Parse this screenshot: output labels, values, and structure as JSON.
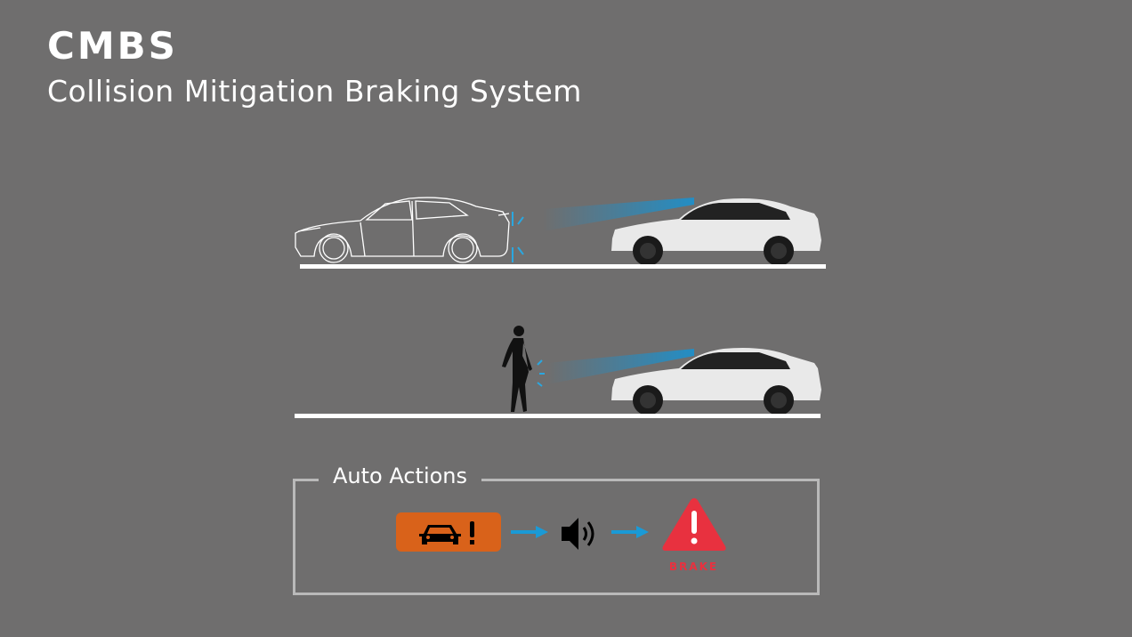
{
  "header": {
    "title": "CMBS",
    "subtitle": "Collision Mitigation Braking System"
  },
  "scenes": [
    {
      "name": "vehicle-detection",
      "obstacle": "car-outline-icon",
      "vehicle": "car-icon"
    },
    {
      "name": "pedestrian-detection",
      "obstacle": "pedestrian-icon",
      "vehicle": "car-icon"
    }
  ],
  "auto_actions": {
    "label": "Auto Actions",
    "steps": [
      {
        "icon": "forward-collision-warning-icon",
        "color": "#d9621a"
      },
      {
        "icon": "speaker-icon",
        "color": "#000000"
      },
      {
        "icon": "brake-warning-icon",
        "color": "#e8313f",
        "label": "BRAKE"
      }
    ],
    "arrow_color": "#1a9ad6"
  },
  "colors": {
    "background": "#6f6e6e",
    "beam": "#2a9fd6"
  }
}
